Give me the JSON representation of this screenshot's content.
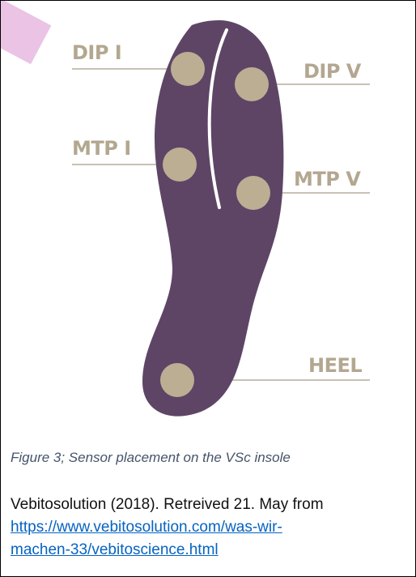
{
  "colors": {
    "insole": "#5e4566",
    "sensor": "#bcae93",
    "label_text": "#b3a790",
    "leader_line": "#c9c1b4",
    "caption": "#44546a",
    "link": "#0563c1",
    "decoration": "#e6b8e0"
  },
  "diagram": {
    "labels": {
      "dip_i": "DIP I",
      "dip_v": "DIP V",
      "mtp_i": "MTP I",
      "mtp_v": "MTP V",
      "heel": "HEEL"
    }
  },
  "caption": "Figure 3; Sensor placement on the VSc insole",
  "citation": {
    "text": "Vebitosolution (2018). Retreived 21. May from",
    "link_line1": "https://www.vebitosolution.com/was-wir-",
    "link_line2": "machen-33/vebitoscience.html"
  }
}
